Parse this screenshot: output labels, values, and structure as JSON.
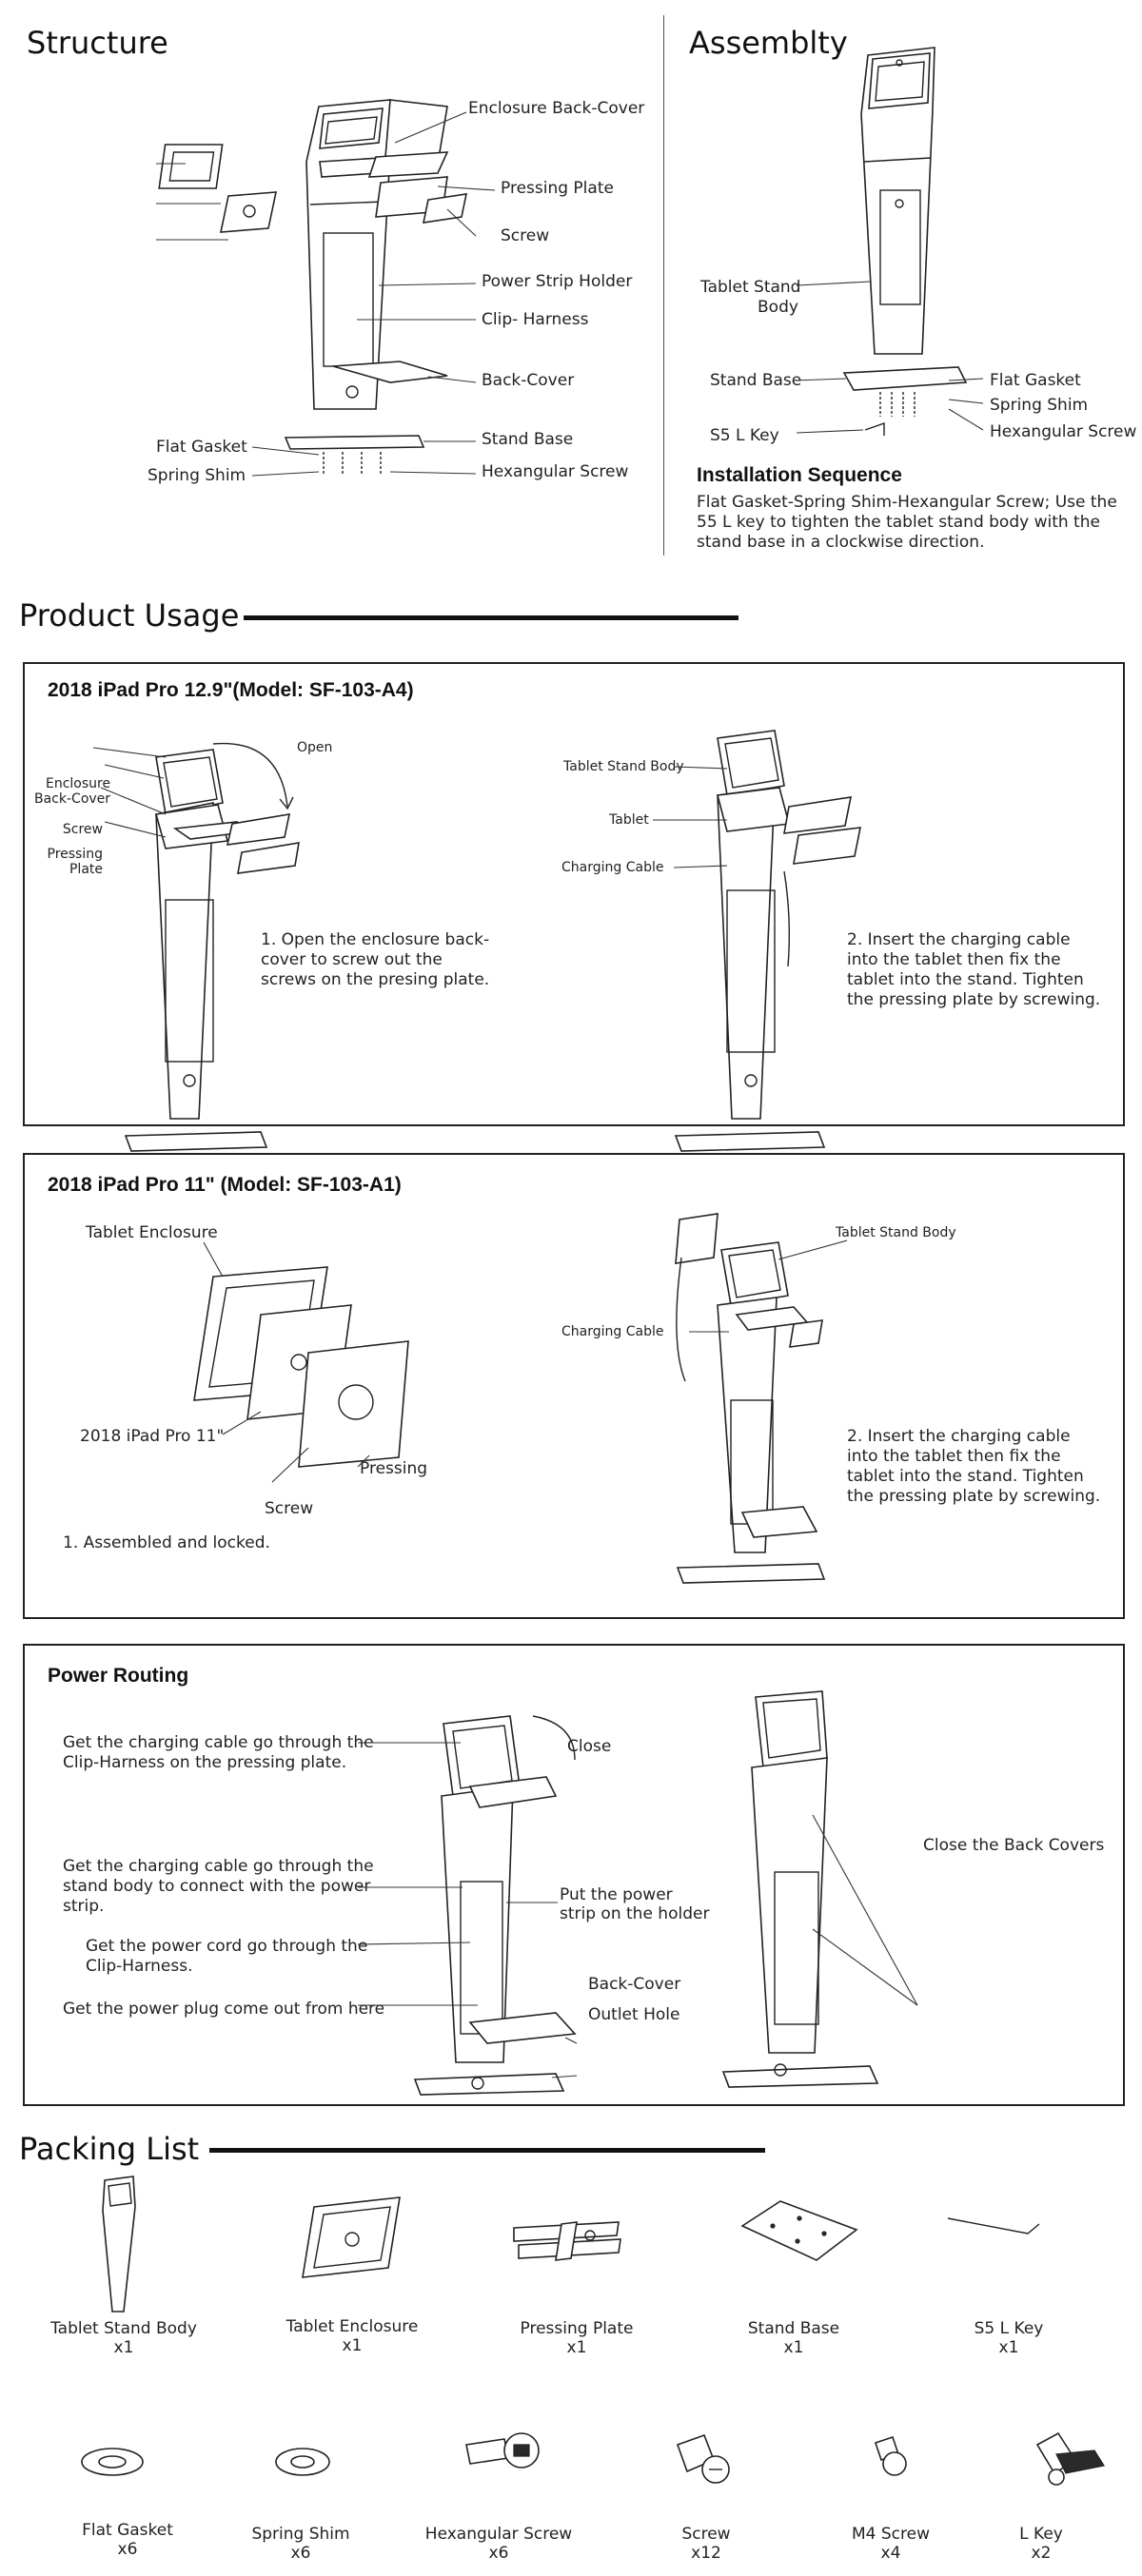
{
  "structure": {
    "title": "Structure",
    "labels": {
      "back_cover": "Enclosure Back-Cover",
      "pressing_plate": "Pressing Plate",
      "screw": "Screw",
      "power_strip_holder": "Power Strip Holder",
      "clip_harness": "Clip- Harness",
      "back_cover2": "Back-Cover",
      "stand_base": "Stand Base",
      "flat_gasket": "Flat Gasket",
      "spring_shim": "Spring Shim",
      "hex_screw": "Hexangular Screw"
    }
  },
  "assembly": {
    "title": "Assemblty",
    "labels": {
      "tablet_stand_body_1": "Tablet Stand",
      "tablet_stand_body_2": "Body",
      "stand_base": "Stand Base",
      "l_key": "S5 L Key",
      "flat_gasket": "Flat Gasket",
      "spring_shim": "Spring Shim",
      "hex_screw": "Hexangular Screw"
    },
    "seq_title": "Installation Sequence",
    "seq_text": "Flat Gasket-Spring Shim-Hexangular Screw; Use the 55 L key to tighten the tablet stand body with the stand base in a clockwise direction."
  },
  "usage": {
    "title": "Product Usage",
    "box1": {
      "title": "2018 iPad Pro 12.9\"(Model: SF-103-A4)",
      "open": "Open",
      "enc_back_cover_1": "Enclosure",
      "enc_back_cover_2": "Back-Cover",
      "screw": "Screw",
      "pressing_1": "Pressing",
      "pressing_2": "Plate",
      "step1": "1. Open the enclosure back-cover to screw out the screws on the presing plate.",
      "tablet_stand_body": "Tablet Stand Body",
      "tablet": "Tablet",
      "charging_cable": "Charging Cable",
      "step2": "2. Insert the charging cable into the tablet then fix the tablet into the stand. Tighten the pressing plate by screwing."
    },
    "box2": {
      "title": "2018 iPad Pro 11\" (Model: SF-103-A1)",
      "tablet_enclosure": "Tablet Enclosure",
      "ipad": "2018 iPad Pro 11\"",
      "pressing": "Pressing",
      "screw": "Screw",
      "step1": "1. Assembled and locked.",
      "tablet_stand_body": "Tablet Stand Body",
      "charging_cable": "Charging Cable",
      "step2": "2. Insert the charging cable into the tablet then fix the tablet into the stand. Tighten the pressing plate by screwing."
    },
    "box3": {
      "title": "Power Routing",
      "l1": "Get the charging cable go through the Clip-Harness on the pressing plate.",
      "l2": "Get the charging cable go through the stand body to connect with the power strip.",
      "l3": "Get the power cord go through the Clip-Harness.",
      "l4": "Get the power plug come out from here",
      "close": "Close",
      "put_power_1": "Put the power",
      "put_power_2": "strip on the holder",
      "back_cover": "Back-Cover",
      "outlet_hole": "Outlet Hole",
      "close_back": "Close the Back Covers"
    }
  },
  "packing": {
    "title": "Packing List",
    "row1": [
      {
        "name": "Tablet Stand Body",
        "qty": "x1"
      },
      {
        "name": "Tablet Enclosure",
        "qty": "x1"
      },
      {
        "name": "Pressing Plate",
        "qty": "x1"
      },
      {
        "name": "Stand Base",
        "qty": "x1"
      },
      {
        "name": "S5 L Key",
        "qty": "x1"
      }
    ],
    "row2": [
      {
        "name": "Flat Gasket",
        "qty": "x6"
      },
      {
        "name": "Spring Shim",
        "qty": "x6"
      },
      {
        "name": "Hexangular Screw",
        "qty": "x6"
      },
      {
        "name": "Screw",
        "qty": "x12"
      },
      {
        "name": "M4 Screw",
        "qty": "x4"
      },
      {
        "name": "L Key",
        "qty": "x2"
      }
    ]
  }
}
